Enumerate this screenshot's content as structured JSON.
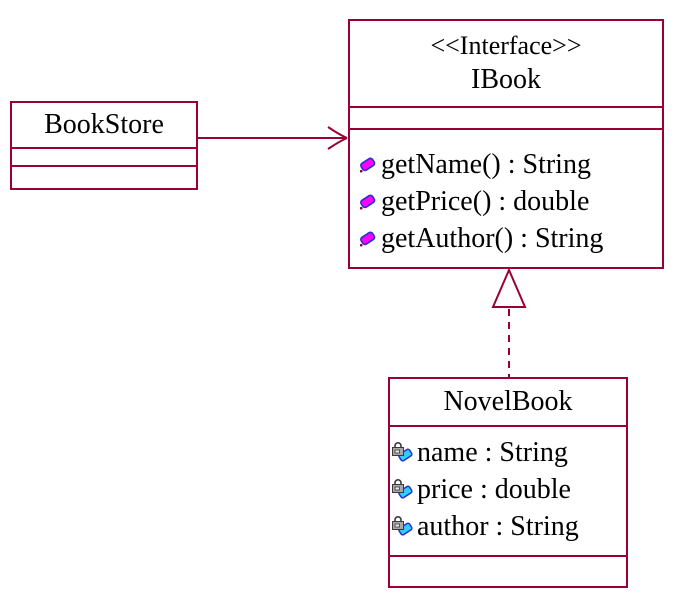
{
  "diagram": {
    "kind": "uml-class-diagram",
    "background": "#FFFFFF",
    "line_color": "#990033",
    "text_color": "#000000",
    "operation_icon_color": "#FF00FF",
    "attribute_icon_color": "#33CCFF",
    "icon_outline_color": "#2233CC",
    "lock_icon_color": "#A8A8A8"
  },
  "bookstore": {
    "title": "BookStore"
  },
  "ibook": {
    "stereotype": "<<Interface>>",
    "title": "IBook",
    "methods": [
      "getName() : String",
      "getPrice() : double",
      "getAuthor() : String"
    ]
  },
  "novelbook": {
    "title": "NovelBook",
    "attributes": [
      "name : String",
      "price : double",
      "author : String"
    ]
  },
  "relationships": [
    {
      "type": "association",
      "from": "BookStore",
      "to": "IBook",
      "line": "solid",
      "arrowhead": "open-arrow"
    },
    {
      "type": "realization",
      "from": "NovelBook",
      "to": "IBook",
      "line": "dashed",
      "arrowhead": "hollow-triangle"
    }
  ]
}
